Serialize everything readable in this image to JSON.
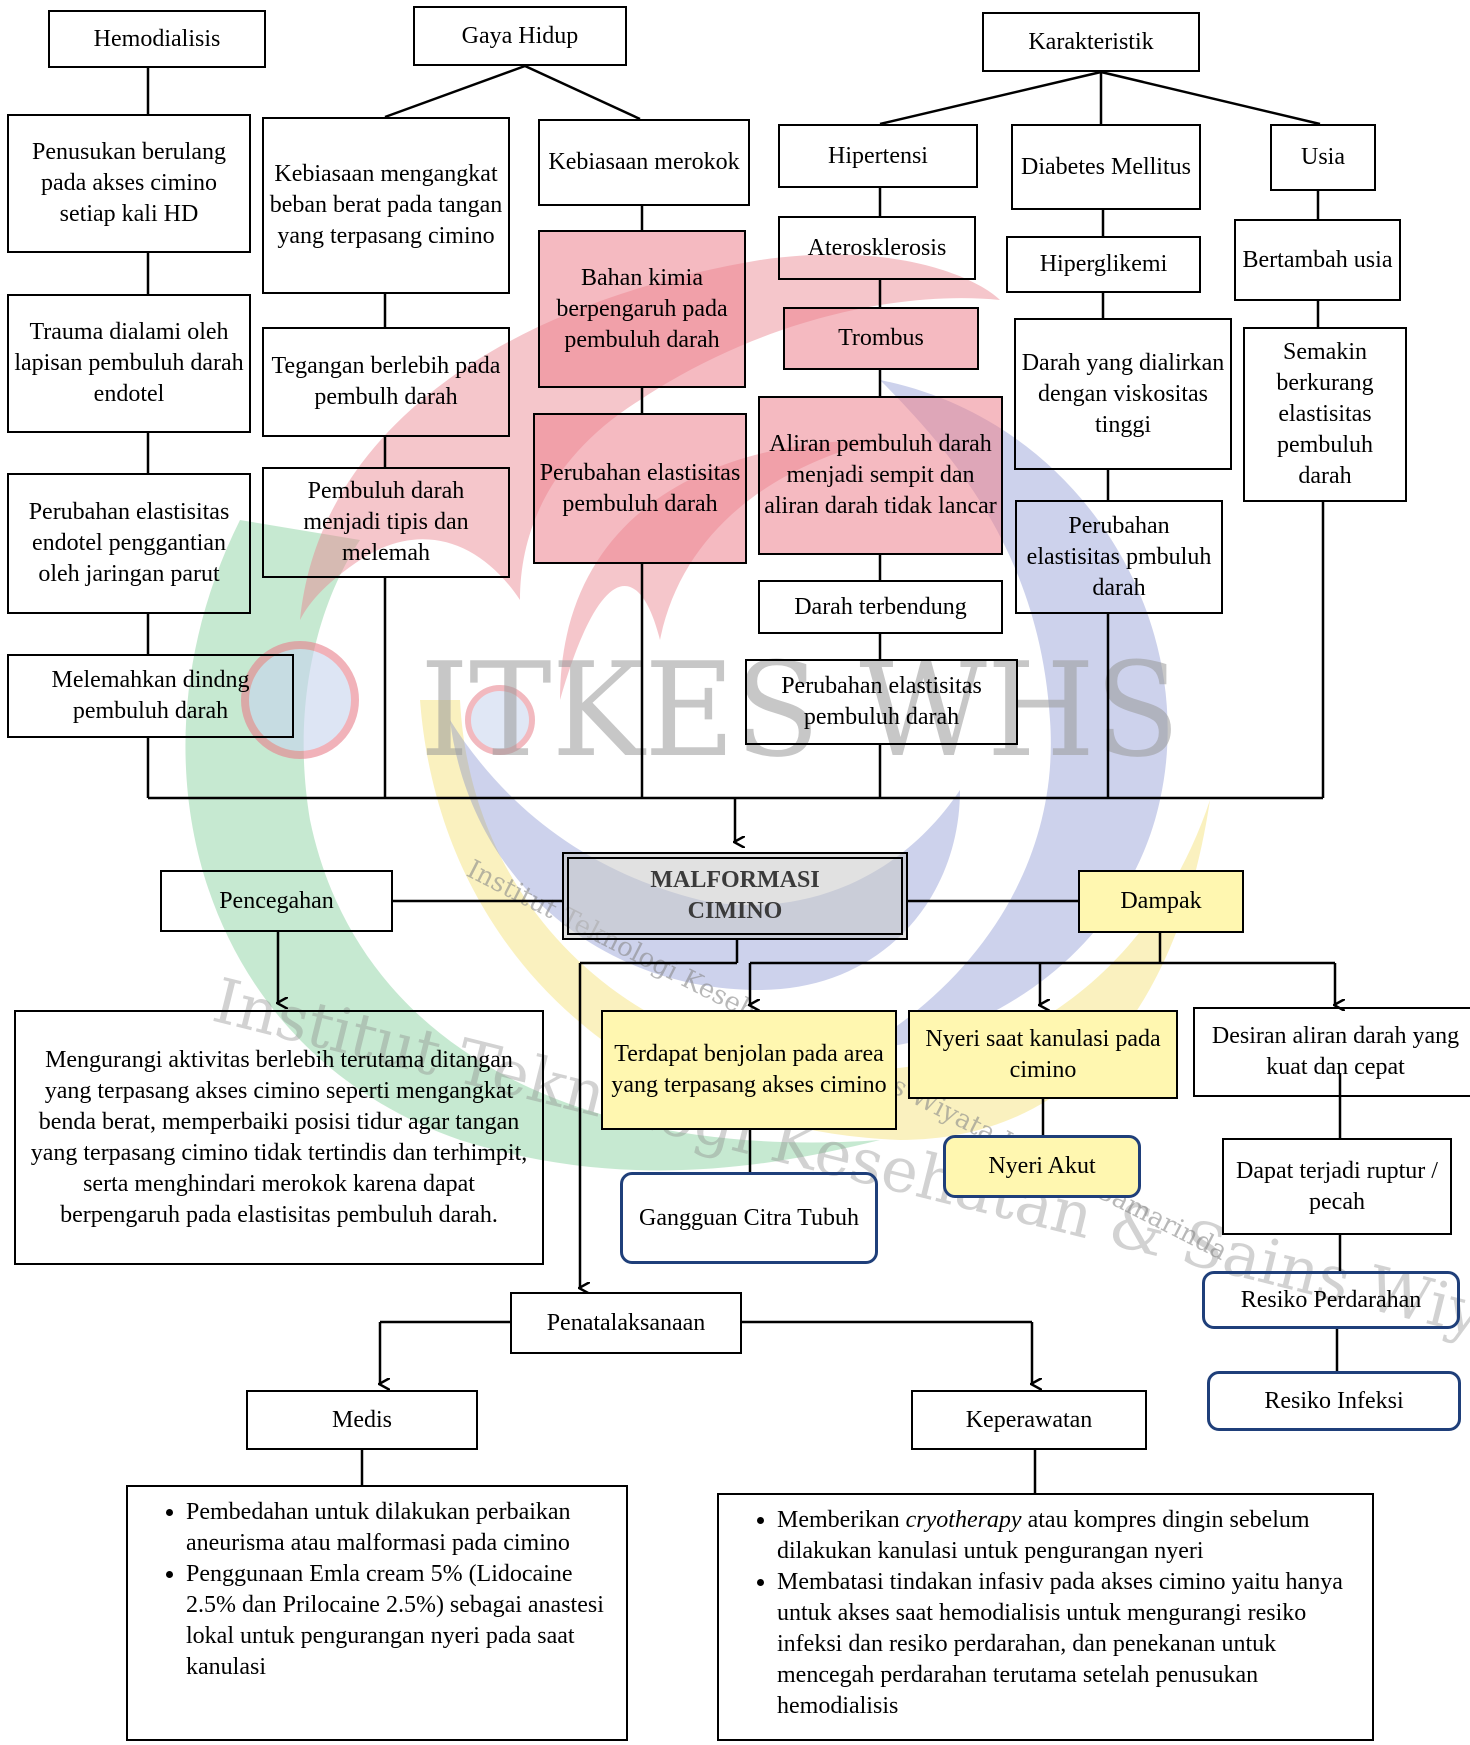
{
  "nodes": {
    "hemodialisis": "Hemodialisis",
    "gaya_hidup": "Gaya Hidup",
    "karakteristik": "Karakteristik",
    "penusukan": "Penusukan berulang pada akses cimino setiap kali HD",
    "kebiasaan_angkat": "Kebiasaan mengangkat beban berat pada tangan yang terpasang cimino",
    "kebiasaan_merokok": "Kebiasaan merokok",
    "hipertensi": "Hipertensi",
    "diabetes": "Diabetes Mellitus",
    "usia": "Usia",
    "trauma": "Trauma dialami oleh lapisan pembuluh darah endotel",
    "tegangan": "Tegangan berlebih pada pembulh darah",
    "bahan_kimia": "Bahan kimia berpengaruh pada pembuluh darah",
    "aterosklerosis": "Aterosklerosis",
    "hiperglikemi": "Hiperglikemi",
    "bertambah_usia": "Bertambah usia",
    "trombus": "Trombus",
    "perubahan_endotel": "Perubahan elastisitas endotel penggantian oleh jaringan parut",
    "pembuluh_tipis": "Pembuluh darah menjadi tipis dan melemah",
    "perubahan_elastisitas_pembuluh": "Perubahan elastisitas pembuluh darah",
    "aliran_sempit": "Aliran pembuluh darah menjadi sempit dan aliran darah tidak lancar",
    "darah_viskositas": "Darah yang dialirkan dengan viskositas tinggi",
    "semakin_berkurang": "Semakin berkurang elastisitas pembuluh darah",
    "perubahan_pmbuluh": "Perubahan elastisitas pmbuluh darah",
    "darah_terbendung": "Darah terbendung",
    "melemahkan": "Melemahkan dindng pembuluh darah",
    "perubahan_elastisitas_2": "Perubahan elastisitas pembuluh darah",
    "malformasi": "MALFORMASI CIMINO",
    "pencegahan": "Pencegahan",
    "dampak": "Dampak",
    "mengurangi": "Mengurangi aktivitas berlebih terutama ditangan yang terpasang akses cimino seperti mengangkat benda berat, memperbaiki posisi tidur agar tangan yang terpasang cimino tidak tertindis dan terhimpit, serta menghindari merokok karena dapat berpengaruh pada elastisitas pembuluh darah.",
    "benjolan": "Terdapat benjolan pada area yang terpasang akses cimino",
    "nyeri_kanulasi": "Nyeri saat kanulasi pada cimino",
    "desiran": "Desiran aliran darah yang kuat dan cepat",
    "nyeri_akut": "Nyeri Akut",
    "gangguan_citra": "Gangguan Citra Tubuh",
    "ruptur": "Dapat terjadi ruptur / pecah",
    "resiko_perdarahan": "Resiko Perdarahan",
    "resiko_infeksi": "Resiko Infeksi",
    "penatalaksanaan": "Penatalaksanaan",
    "medis": "Medis",
    "keperawatan": "Keperawatan"
  },
  "medis_items": [
    "Pembedahan untuk dilakukan perbaikan aneurisma atau malformasi pada cimino",
    "Penggunaan Emla cream 5% (Lidocaine 2.5% dan Prilocaine 2.5%) sebagai anastesi lokal untuk pengurangan nyeri pada saat kanulasi"
  ],
  "keperawatan_items": [
    {
      "pre": "Memberikan ",
      "em": "cryotherapy",
      "post": "  atau kompres dingin sebelum dilakukan kanulasi untuk pengurangan nyeri"
    },
    {
      "pre": "Membatasi tindakan infasiv pada akses cimino yaitu hanya untuk akses saat hemodialisis untuk mengurangi resiko infeksi dan resiko perdarahan, dan penekanan untuk mencegah perdarahan terutama setelah penusukan hemodialisis",
      "em": "",
      "post": ""
    }
  ],
  "watermark": {
    "logo_text": "ITKES WHS",
    "arc_text": "Institut Teknologi Kesehatan & Sains   Wiyata Husada Samarinda",
    "line_text": "Institut Teknologi Kesehatan & Sains   Wiyata Husada Samarinda"
  },
  "colors": {
    "watermark_red": "#e8808c",
    "watermark_green": "#5cbf7a",
    "watermark_blue": "#6f7fc8",
    "watermark_yellow": "#f5e070",
    "note_border": "#1f3f7a"
  }
}
